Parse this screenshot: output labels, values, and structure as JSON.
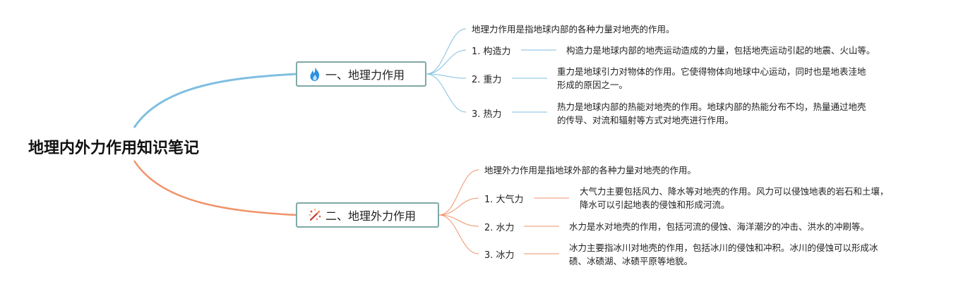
{
  "root": {
    "title": "地理内外力作用知识笔记"
  },
  "colors": {
    "internal": "#7fbfe0",
    "external": "#f0936a",
    "box_border": "#7fa9a6"
  },
  "branches": [
    {
      "title": "一、地理力作用",
      "icon": "fire-icon",
      "intro": "地理力作用是指地球内部的各种力量对地壳的作用。",
      "items": [
        {
          "label": "1. 构造力",
          "desc": [
            "构造力是地球内部的地壳运动造成的力量，包括地壳运动引起的地震、火山等。"
          ]
        },
        {
          "label": "2. 重力",
          "desc": [
            "重力是地球引力对物体的作用。它使得物体向地球中心运动，同时也是地表洼地",
            "形成的原因之一。"
          ]
        },
        {
          "label": "3. 热力",
          "desc": [
            "热力是地球内部的热能对地壳的作用。地球内部的热能分布不均，热量通过地壳",
            "的传导、对流和辐射等方式对地壳进行作用。"
          ]
        }
      ]
    },
    {
      "title": "二、地理外力作用",
      "icon": "magic-wand-icon",
      "intro": "地理外力作用是指地球外部的各种力量对地壳的作用。",
      "items": [
        {
          "label": "1. 大气力",
          "desc": [
            "大气力主要包括风力、降水等对地壳的作用。风力可以侵蚀地表的岩石和土壤，",
            "降水可以引起地表的侵蚀和形成河流。"
          ]
        },
        {
          "label": "2. 水力",
          "desc": [
            "水力是水对地壳的作用，包括河流的侵蚀、海洋潮汐的冲击、洪水的冲刷等。"
          ]
        },
        {
          "label": "3. 冰力",
          "desc": [
            "冰力主要指冰川对地壳的作用，包括冰川的侵蚀和冲积。冰川的侵蚀可以形成冰",
            "碛、冰碛湖、冰碛平原等地貌。"
          ]
        }
      ]
    }
  ]
}
